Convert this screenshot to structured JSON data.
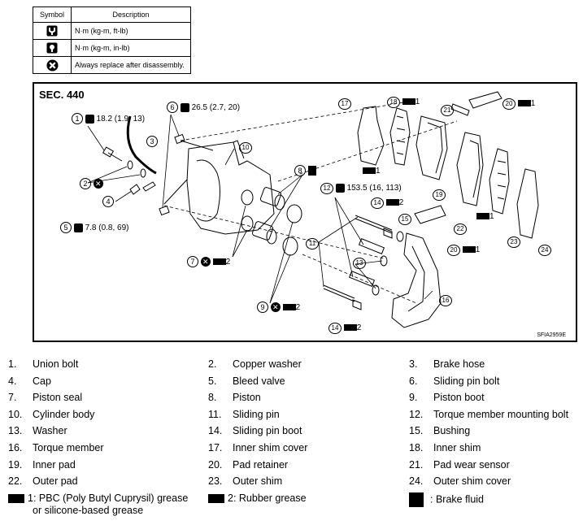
{
  "symbol_table": {
    "header": {
      "symbol": "Symbol",
      "description": "Description"
    },
    "rows": [
      {
        "icon": "torque-wrench-icon",
        "description": "N·m (kg-m, ft-lb)"
      },
      {
        "icon": "torque-wrench-small-icon",
        "description": "N·m (kg-m, in-lb)"
      },
      {
        "icon": "always-replace-icon",
        "description": "Always replace after disassembly."
      }
    ]
  },
  "diagram": {
    "section": "SEC. 440",
    "figure_code": "SFIA2959E",
    "torques": {
      "t1": "18.2 (1.9, 13)",
      "t6": "26.5 (2.7, 20)",
      "t5": "7.8 (0.8, 69)",
      "t12": "153.5 (16, 113)"
    },
    "grease_counts": {
      "one": "1",
      "two": "2"
    },
    "callouts": [
      "1",
      "2",
      "3",
      "4",
      "5",
      "6",
      "7",
      "8",
      "9",
      "10",
      "11",
      "12",
      "13",
      "14",
      "15",
      "16",
      "17",
      "18",
      "19",
      "20",
      "21",
      "22",
      "23",
      "24"
    ]
  },
  "legend": [
    {
      "num": "1.",
      "label": "Union bolt"
    },
    {
      "num": "2.",
      "label": "Copper washer"
    },
    {
      "num": "3.",
      "label": "Brake hose"
    },
    {
      "num": "4.",
      "label": "Cap"
    },
    {
      "num": "5.",
      "label": "Bleed valve"
    },
    {
      "num": "6.",
      "label": "Sliding pin bolt"
    },
    {
      "num": "7.",
      "label": "Piston seal"
    },
    {
      "num": "8.",
      "label": "Piston"
    },
    {
      "num": "9.",
      "label": "Piston boot"
    },
    {
      "num": "10.",
      "label": "Cylinder body"
    },
    {
      "num": "11.",
      "label": "Sliding pin"
    },
    {
      "num": "12.",
      "label": "Torque member mounting bolt"
    },
    {
      "num": "13.",
      "label": "Washer"
    },
    {
      "num": "14.",
      "label": "Sliding pin boot"
    },
    {
      "num": "15.",
      "label": "Bushing"
    },
    {
      "num": "16.",
      "label": "Torque member"
    },
    {
      "num": "17.",
      "label": "Inner shim cover"
    },
    {
      "num": "18.",
      "label": "Inner shim"
    },
    {
      "num": "19.",
      "label": "Inner pad"
    },
    {
      "num": "20.",
      "label": "Pad retainer"
    },
    {
      "num": "21.",
      "label": "Pad wear sensor"
    },
    {
      "num": "22.",
      "label": "Outer pad"
    },
    {
      "num": "23.",
      "label": "Outer shim"
    },
    {
      "num": "24.",
      "label": "Outer shim cover"
    }
  ],
  "footnotes": {
    "grease1_line1": "1: PBC (Poly Butyl Cuprysil) grease",
    "grease1_line2": "or silicone-based grease",
    "grease2": "2: Rubber grease",
    "brake_fluid": ": Brake fluid"
  }
}
